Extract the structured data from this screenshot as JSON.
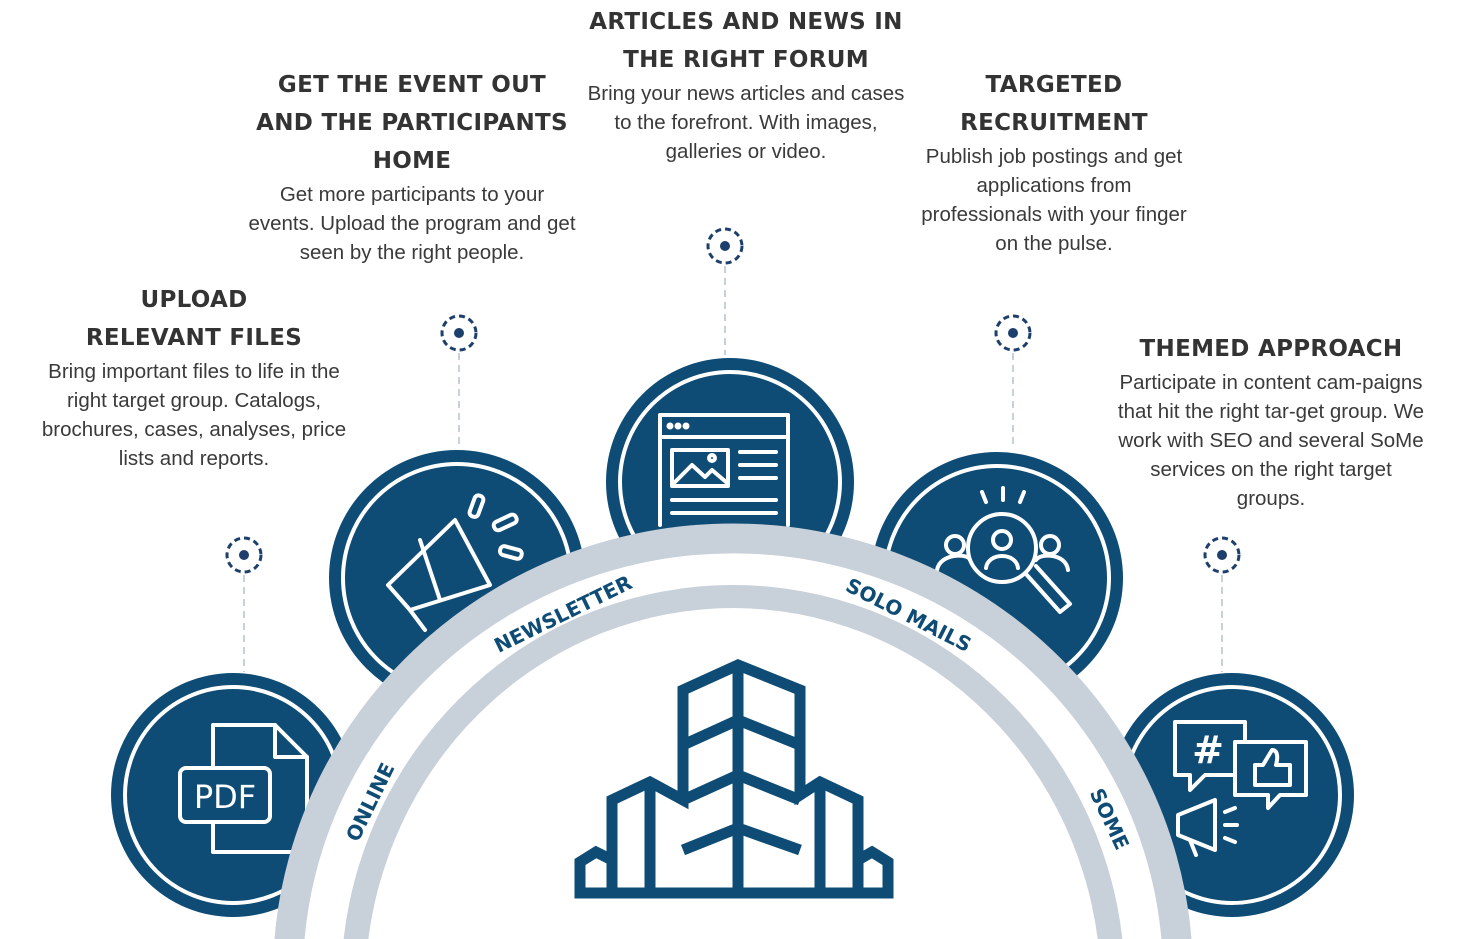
{
  "colors": {
    "navy": "#0f4c75",
    "arc_gray": "#c8d0da",
    "text": "#3a3a3a"
  },
  "features": [
    {
      "id": "upload",
      "title": "UPLOAD RELEVANT FILES",
      "title_lines": [
        "UPLOAD",
        "RELEVANT FILES"
      ],
      "body": "Bring important files to life in the right target group. Catalogs, brochures, cases, analyses, price lists and reports.",
      "icon": "pdf-file-icon"
    },
    {
      "id": "event",
      "title_lines": [
        "GET THE EVENT OUT",
        "AND THE PARTICIPANTS",
        "HOME"
      ],
      "body": "Get more participants to your events. Upload the program and get seen by the right people.",
      "icon": "megaphone-icon"
    },
    {
      "id": "articles",
      "title_lines": [
        "ARTICLES AND NEWS IN",
        "THE RIGHT FORUM"
      ],
      "body": "Bring your news articles and cases to the forefront. With images, galleries or video.",
      "icon": "article-webpage-icon"
    },
    {
      "id": "recruitment",
      "title_lines": [
        "TARGETED",
        "RECRUITMENT"
      ],
      "body": "Publish job postings and get applications from professionals with your finger on the pulse.",
      "icon": "recruitment-search-icon"
    },
    {
      "id": "themed",
      "title_lines": [
        "THEMED APPROACH"
      ],
      "body": "Participate in content cam-paigns that hit the right tar-get group. We work with SEO and several SoMe services on the right target groups.",
      "icon": "social-media-icon"
    }
  ],
  "channels": {
    "online": "ONLINE",
    "newsletter": "NEWSLETTER",
    "solo_mails": "SOLO MAILS",
    "some": "SOME"
  },
  "center_icon": "office-building-icon",
  "pdf_text": "PDF",
  "hash_text": "#"
}
